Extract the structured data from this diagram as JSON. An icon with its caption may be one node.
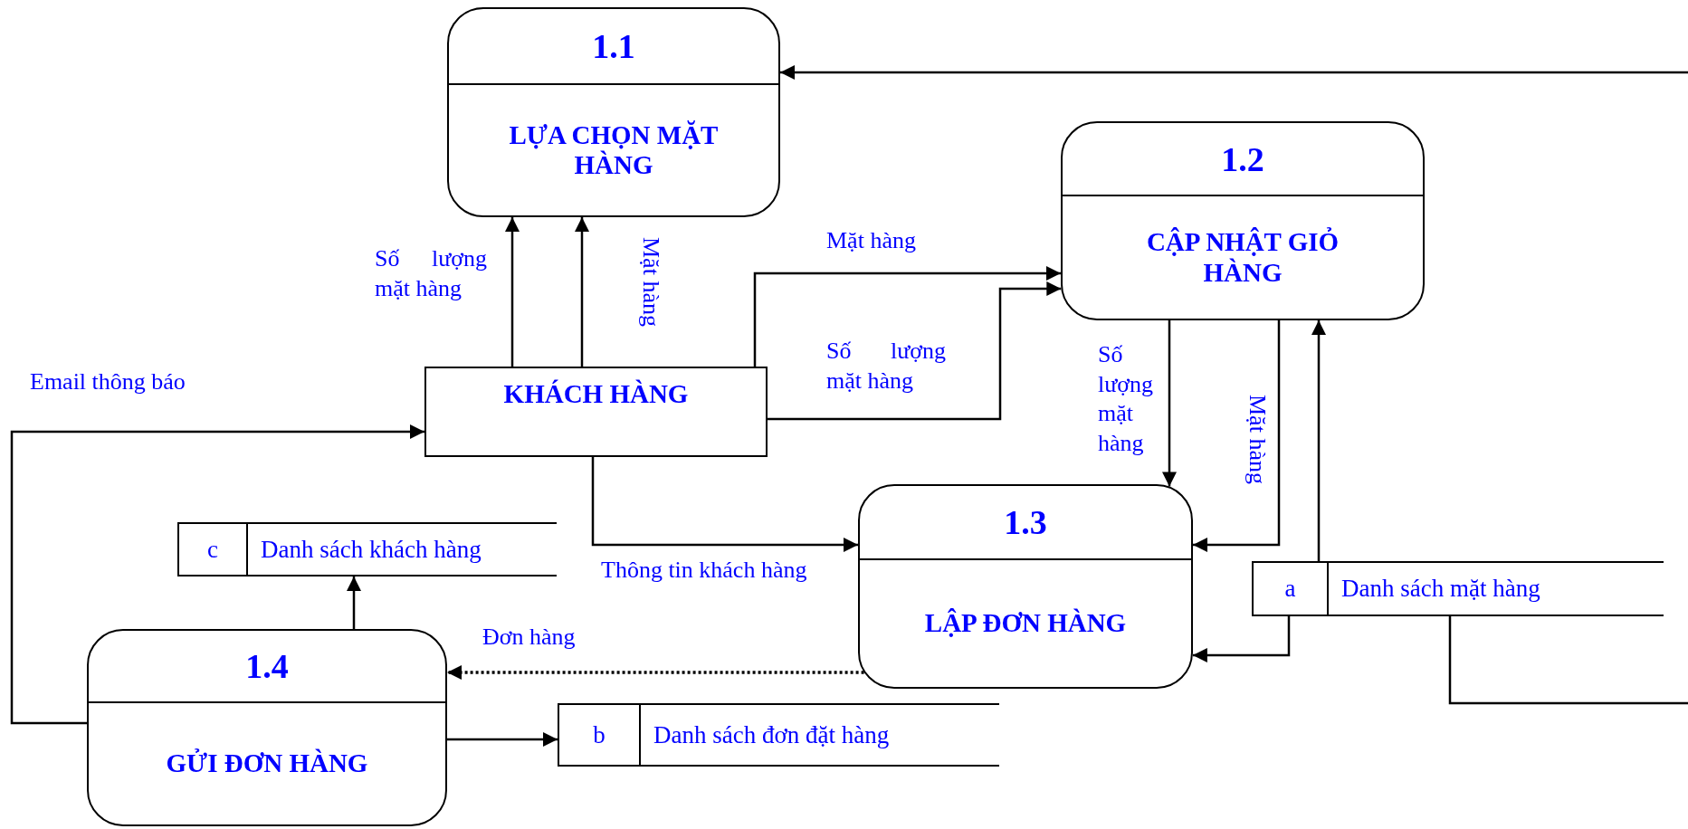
{
  "diagram": {
    "nodes": [
      {
        "text": [
          "1.1",
          "LỰA CHỌN MẶT HÀNG"
        ]
      },
      {
        "text": [
          "1.2",
          "CẬP NHẬT GIỎ HÀNG"
        ]
      },
      {
        "text": [
          "KHÁCH HÀNG"
        ]
      },
      {
        "text": [
          "1.3",
          "LẬP ĐƠN HÀNG"
        ]
      },
      {
        "text": [
          "1.4",
          "GỬI ĐƠN HÀNG"
        ]
      },
      {
        "text": [
          "c",
          "Danh sách khách hàng"
        ]
      },
      {
        "text": [
          "a",
          "Danh sách mặt hàng"
        ]
      },
      {
        "text": [
          "b",
          "Danh sách đơn đặt hàng"
        ]
      }
    ],
    "edges": [
      {
        "from": 2,
        "to": 0,
        "arrow": "to",
        "label": "Số lượng mặt hàng"
      },
      {
        "from": 2,
        "to": 0,
        "arrow": "to",
        "label": "Mặt hàng"
      },
      {
        "from": 2,
        "to": 1,
        "arrow": "to",
        "label": "Mặt hàng"
      },
      {
        "from": 2,
        "to": 1,
        "arrow": "to",
        "label": "Số lượng mặt hàng"
      },
      {
        "from": 1,
        "to": 3,
        "arrow": "to",
        "label": "Số lượng mặt hàng"
      },
      {
        "from": 1,
        "to": 3,
        "arrow": "to",
        "label": "Mặt hàng"
      },
      {
        "from": 6,
        "to": 1,
        "arrow": "to"
      },
      {
        "from": 6,
        "to": 3,
        "arrow": "to"
      },
      {
        "from": 6,
        "to": null,
        "arrow": "none"
      },
      {
        "from": null,
        "to": 0,
        "arrow": "to"
      },
      {
        "from": 2,
        "to": 3,
        "arrow": "to",
        "label": "Thông tin khách hàng"
      },
      {
        "from": 3,
        "to": 4,
        "arrow": "to",
        "label": "Đơn hàng",
        "style": "dashed"
      },
      {
        "from": 4,
        "to": 5,
        "arrow": "to"
      },
      {
        "from": 4,
        "to": 7,
        "arrow": "to"
      },
      {
        "from": 4,
        "to": 2,
        "arrow": "to",
        "label": "Email thông báo"
      }
    ]
  }
}
